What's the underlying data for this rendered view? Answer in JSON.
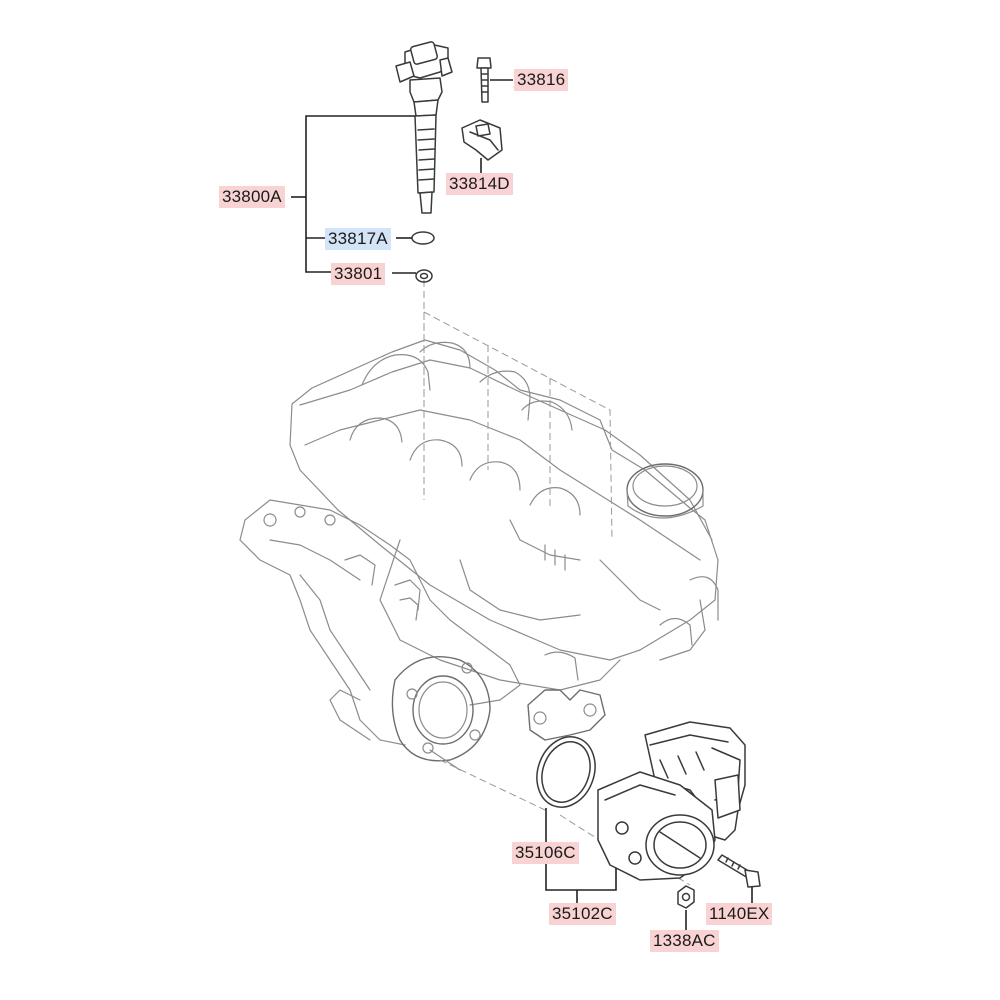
{
  "colors": {
    "label_default_bg": "#f9d3d3",
    "label_highlight_bg": "#d4e4f7",
    "line": "#222222"
  },
  "labels": {
    "injector_assy": "33800A",
    "bolt": "33816",
    "clamp": "33814D",
    "o_ring": "33817A",
    "washer": "33801",
    "gasket": "35106C",
    "throttle_body": "35102C",
    "mounting_bolt": "1140EX",
    "nut": "1338AC"
  },
  "highlighted_part": "33817A"
}
